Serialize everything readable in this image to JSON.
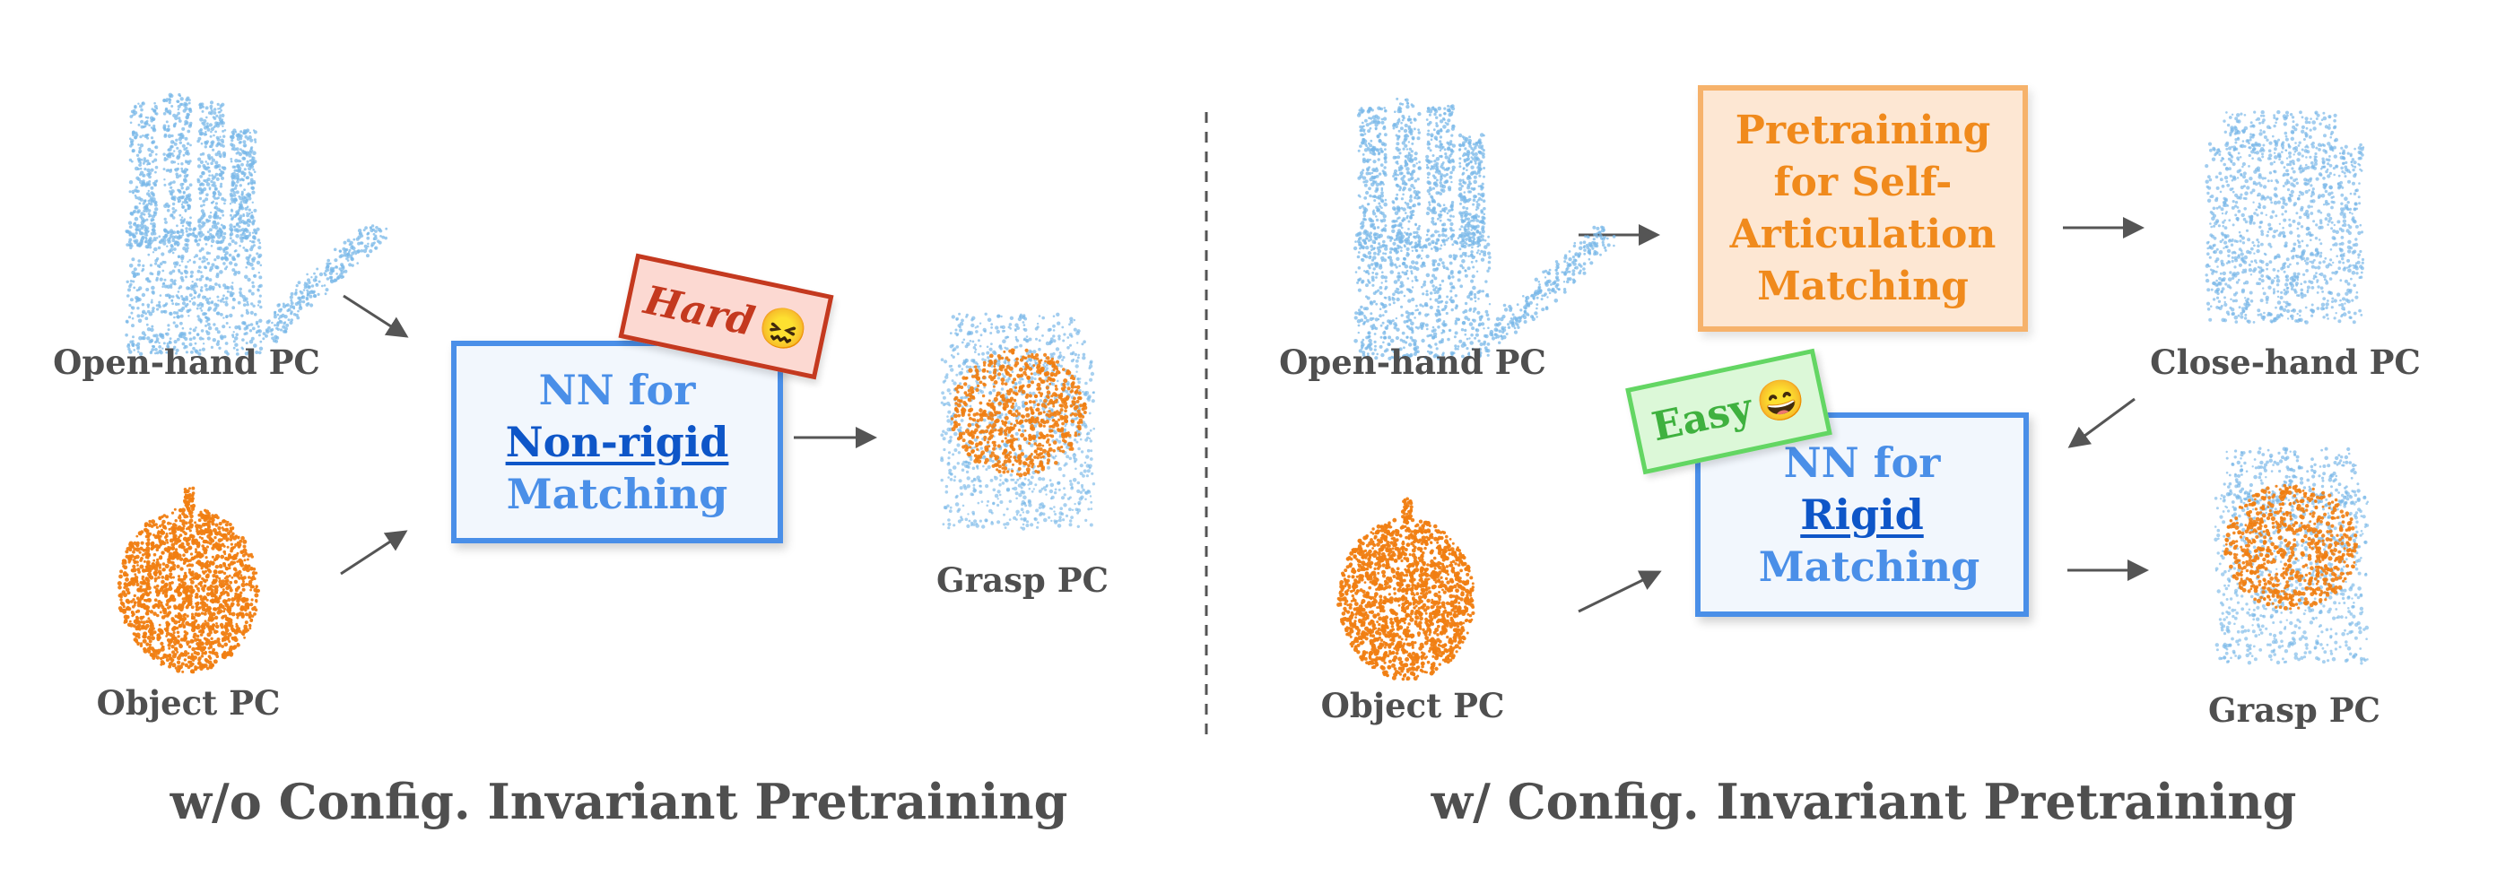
{
  "left": {
    "title": "w/o Config. Invariant Pretraining",
    "open_hand_label": "Open-hand PC",
    "object_label": "Object PC",
    "grasp_label": "Grasp PC",
    "nn_box": {
      "line1": "NN for",
      "keyword": "Non-rigid",
      "line3": "Matching"
    },
    "difficulty_tag": {
      "text": "Hard",
      "emoji": "😖"
    }
  },
  "right": {
    "title": "w/ Config. Invariant Pretraining",
    "open_hand_label": "Open-hand PC",
    "object_label": "Object PC",
    "close_hand_label": "Close-hand PC",
    "grasp_label": "Grasp PC",
    "pretrain_box": {
      "lines": [
        "Pretraining",
        "for Self-",
        "Articulation",
        "Matching"
      ]
    },
    "nn_box": {
      "line1": "NN for",
      "keyword": "Rigid",
      "line2_rest": " Matching"
    },
    "difficulty_tag": {
      "text": "Easy",
      "emoji": "😄"
    }
  },
  "colors": {
    "hand_points": "#7ab8e8",
    "object_points": "#f07e12",
    "nn_box_border": "#4a8fe8",
    "pretrain_box_border": "#f6b26b",
    "hard_tag": "#c4391f",
    "easy_tag": "#63d663",
    "text_gray": "#4f4f4f"
  }
}
